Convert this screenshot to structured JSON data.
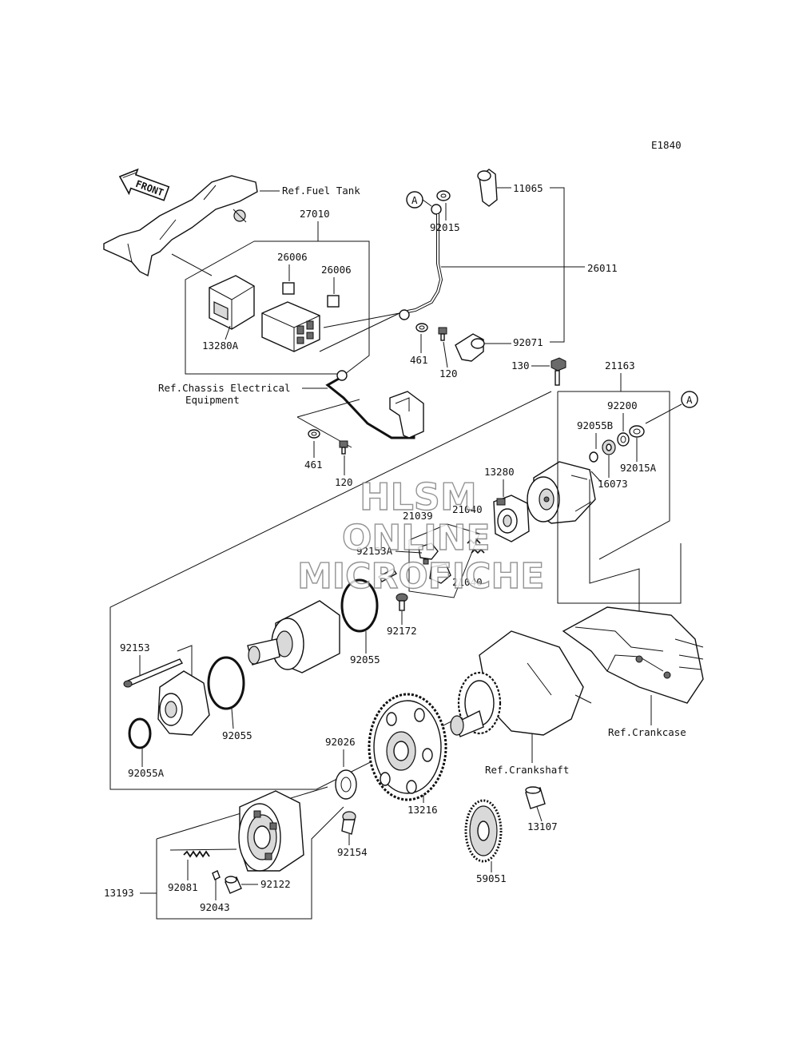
{
  "diagram_code": "E1840",
  "front_label": "FRONT",
  "watermark": [
    "HLSM",
    "ONLINE",
    "MICROFICHE"
  ],
  "callouts": {
    "A": "A",
    "ref_fuel_tank": "Ref.Fuel Tank",
    "ref_chassis_1": "Ref.Chassis Electrical",
    "ref_chassis_2": "Equipment",
    "ref_crankcase": "Ref.Crankcase",
    "ref_crankshaft": "Ref.Crankshaft"
  },
  "parts": {
    "p27010": "27010",
    "p26006a": "26006",
    "p26006b": "26006",
    "p13280A": "13280A",
    "p11065": "11065",
    "p92015": "92015",
    "p26011": "26011",
    "p461a": "461",
    "p120a": "120",
    "p92071": "92071",
    "p130": "130",
    "p21163": "21163",
    "p92200": "92200",
    "p92055B": "92055B",
    "p92015A": "92015A",
    "p16073": "16073",
    "p13280": "13280",
    "p21040a": "21040",
    "p21039": "21039",
    "p92153A": "92153A",
    "p21040b": "21040",
    "p461b": "461",
    "p120b": "120",
    "p92172": "92172",
    "p92153": "92153",
    "p92055a": "92055",
    "p92055b": "92055",
    "p92055A": "92055A",
    "p92026": "92026",
    "p13216": "13216",
    "p13107": "13107",
    "p59051": "59051",
    "p92154": "92154",
    "p13193": "13193",
    "p92081": "92081",
    "p92043": "92043",
    "p92122": "92122"
  }
}
